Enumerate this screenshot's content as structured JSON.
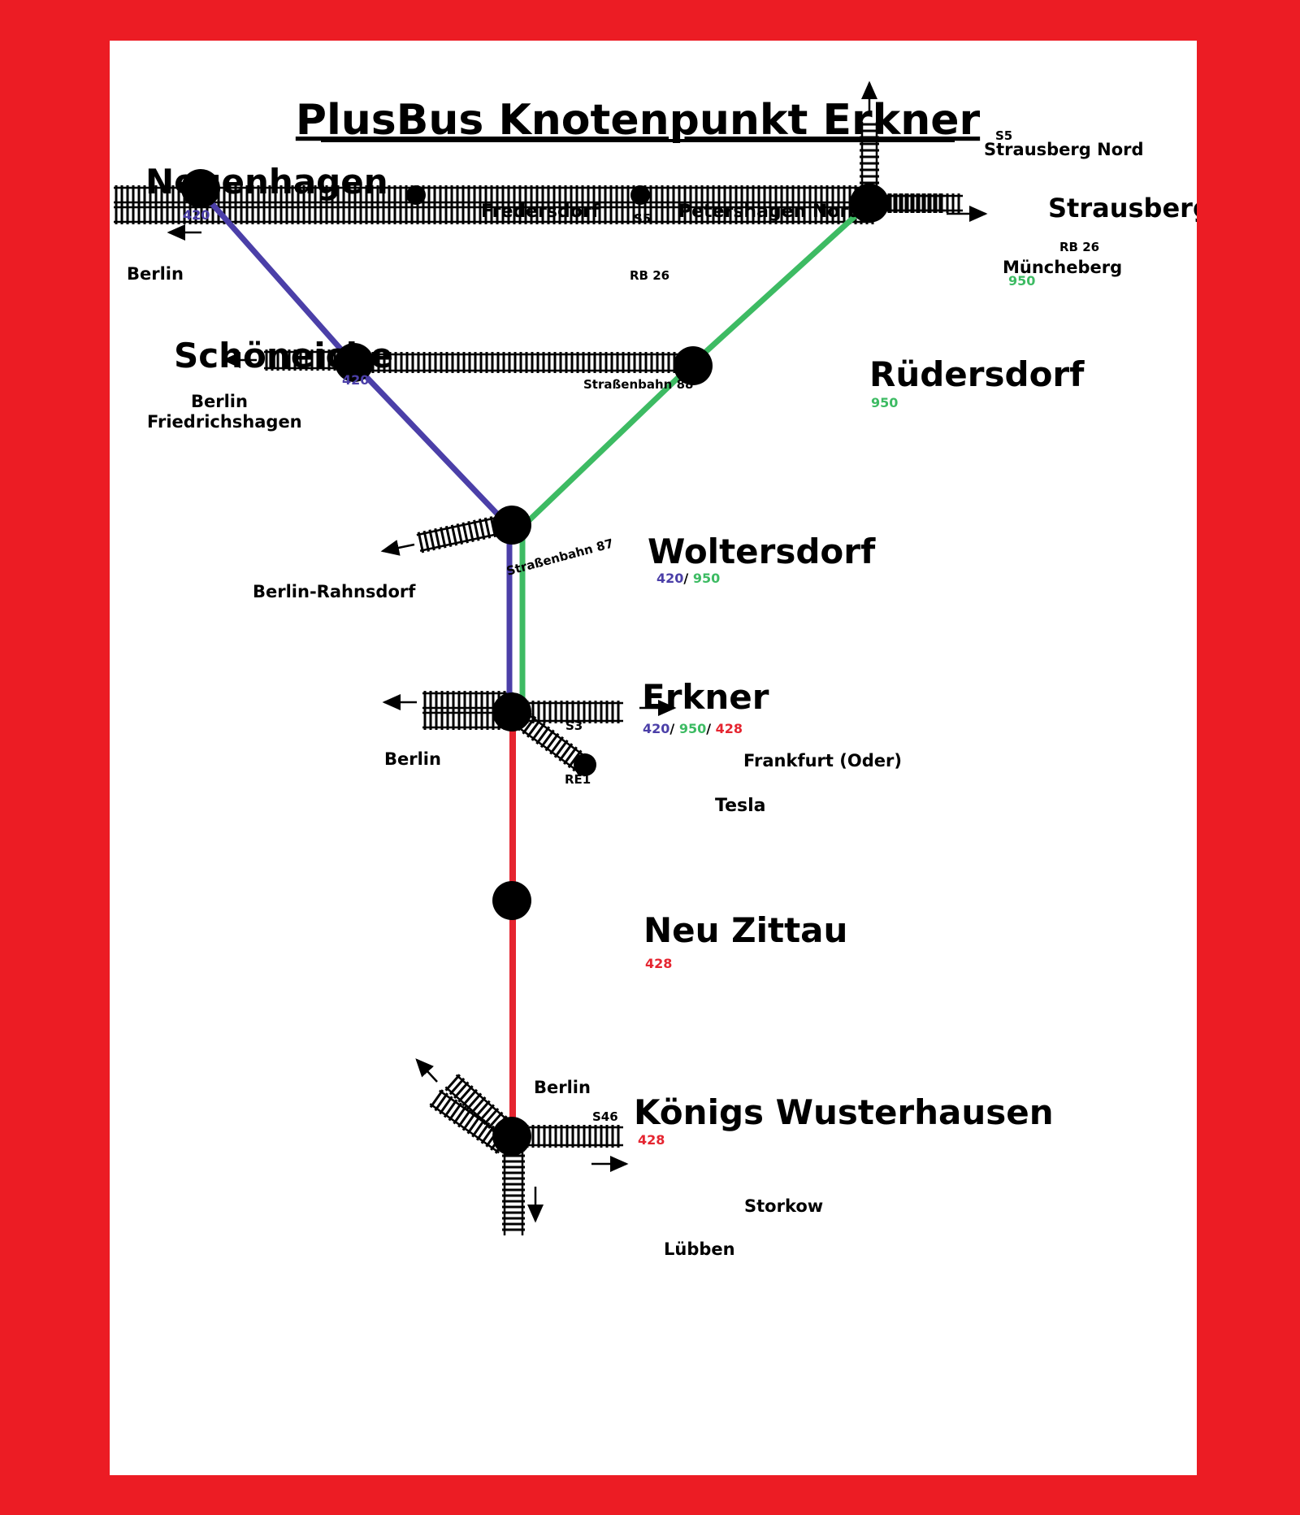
{
  "title": "PlusBus Knotenpunkt Erkner",
  "colors": {
    "frame": "#ec1c24",
    "route_420": "#4b3fa8",
    "route_950": "#3dbb63",
    "route_428": "#e52530",
    "track": "#000000"
  },
  "stations": {
    "neuenhagen": {
      "name": "Neuenhagen",
      "routes": [
        "420"
      ]
    },
    "strausberg": {
      "name": "Strausberg",
      "routes": [
        "950"
      ]
    },
    "schoeneiche": {
      "name": "Schöneiche",
      "routes": [
        "420"
      ]
    },
    "ruedersdorf": {
      "name": "Rüdersdorf",
      "routes": [
        "950"
      ]
    },
    "woltersdorf": {
      "name": "Woltersdorf",
      "routes": [
        "420",
        "950"
      ]
    },
    "erkner": {
      "name": "Erkner",
      "routes": [
        "420",
        "950",
        "428"
      ]
    },
    "neu_zittau": {
      "name": "Neu Zittau",
      "routes": [
        "428"
      ]
    },
    "koenigs_wusterhausen": {
      "name": "Königs Wusterhausen",
      "routes": [
        "428"
      ]
    }
  },
  "minor_stops": {
    "fredersdorf": "Fredersdorf",
    "petershagen": "Petershagen Nord",
    "tesla": "Tesla"
  },
  "rail_lines": {
    "s5_top": "S5",
    "s5_north": "S5",
    "rb26_bottom": "RB 26",
    "rb26_east": "RB 26",
    "tram88": "Straßenbahn 88",
    "tram87": "Straßenbahn 87",
    "s3": "S3",
    "re1": "RE1",
    "s46": "S46"
  },
  "destinations": {
    "strausberg_nord": "Strausberg Nord",
    "berlin_neuenhagen": "Berlin",
    "muencheberg": "Müncheberg",
    "berlin_friedrichshagen_1": "Berlin",
    "berlin_friedrichshagen_2": "Friedrichshagen",
    "berlin_rahnsdorf": "Berlin-Rahnsdorf",
    "berlin_erkner": "Berlin",
    "frankfurt_oder": "Frankfurt (Oder)",
    "berlin_kw": "Berlin",
    "storkow": "Storkow",
    "luebben": "Lübben"
  },
  "separator": "/ "
}
